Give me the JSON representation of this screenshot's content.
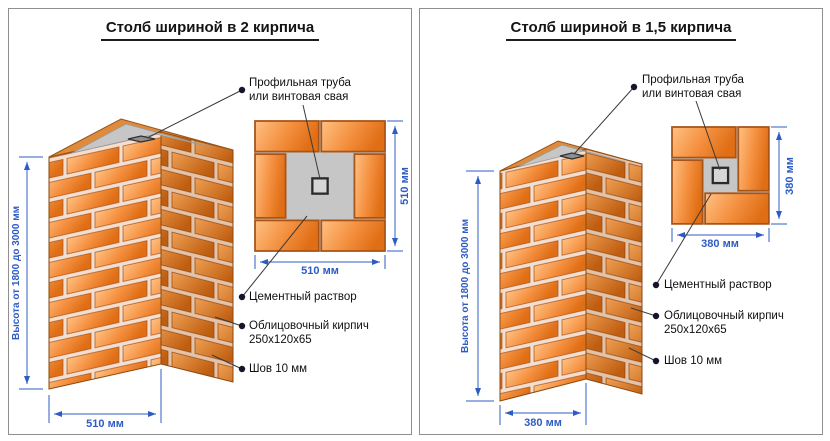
{
  "colors": {
    "dimension_blue": "#2e5cc5",
    "brick_orange": "#f08a33",
    "cement_gray": "#c6c6c6"
  },
  "panels": [
    {
      "title": "Столб шириной в 2 кирпича",
      "height_dim": "Высота от 1800 до 3000 мм",
      "width_dim": "510 мм",
      "section_side_dim": "510 мм",
      "section_bottom_dim": "510 мм",
      "callouts": {
        "pipe": "Профильная труба\nили винтовая свая",
        "cement": "Цементный раствор",
        "brick": "Облицовочный кирпич\n250x120x65",
        "joint": "Шов 10 мм"
      }
    },
    {
      "title": "Столб шириной в 1,5 кирпича",
      "height_dim": "Высота от 1800 до 3000 мм",
      "width_dim": "380 мм",
      "section_side_dim": "380 мм",
      "section_bottom_dim": "380 мм",
      "callouts": {
        "pipe": "Профильная труба\nили винтовая свая",
        "cement": "Цементный раствор",
        "brick": "Облицовочный кирпич\n250x120x65",
        "joint": "Шов 10 мм"
      }
    }
  ]
}
